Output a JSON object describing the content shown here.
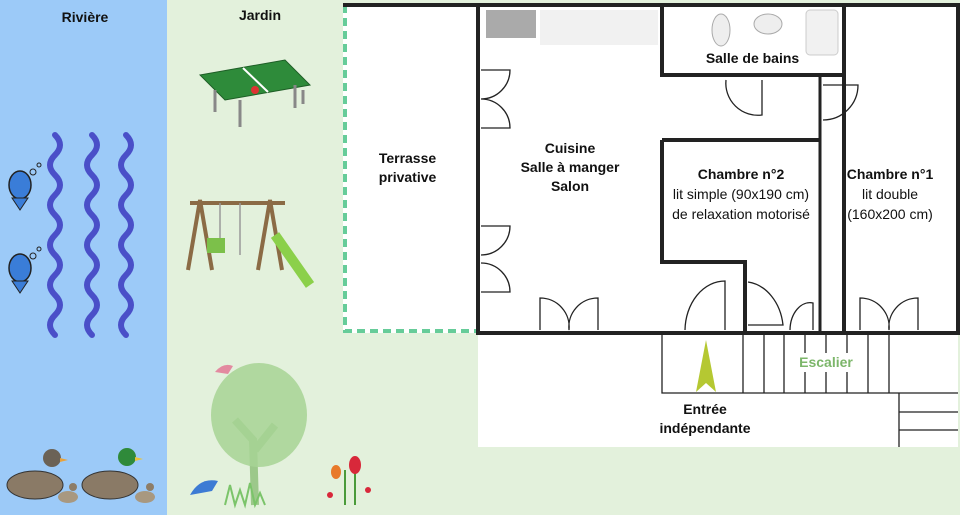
{
  "zones": {
    "river": "Rivière",
    "garden": "Jardin"
  },
  "rooms": {
    "terrace": [
      "Terrasse",
      "privative"
    ],
    "living": [
      "Cuisine",
      "Salle à manger",
      "Salon"
    ],
    "bathroom": "Salle de bains",
    "bedroom2": {
      "title": "Chambre n°2",
      "line1": "lit simple (90x190 cm)",
      "line2": "de relaxation motorisé"
    },
    "bedroom1": {
      "title": "Chambre n°1",
      "line1": "lit double",
      "line2": "(160x200 cm)"
    },
    "stairs": "Escalier",
    "entrance": [
      "Entrée",
      "indépendante"
    ]
  },
  "colors": {
    "river": "#9ccaf8",
    "garden": "#e3f1dc",
    "terrace_border": "#66cc99",
    "stairs_label": "#7cb66a",
    "waves": "#4a4fc8"
  }
}
